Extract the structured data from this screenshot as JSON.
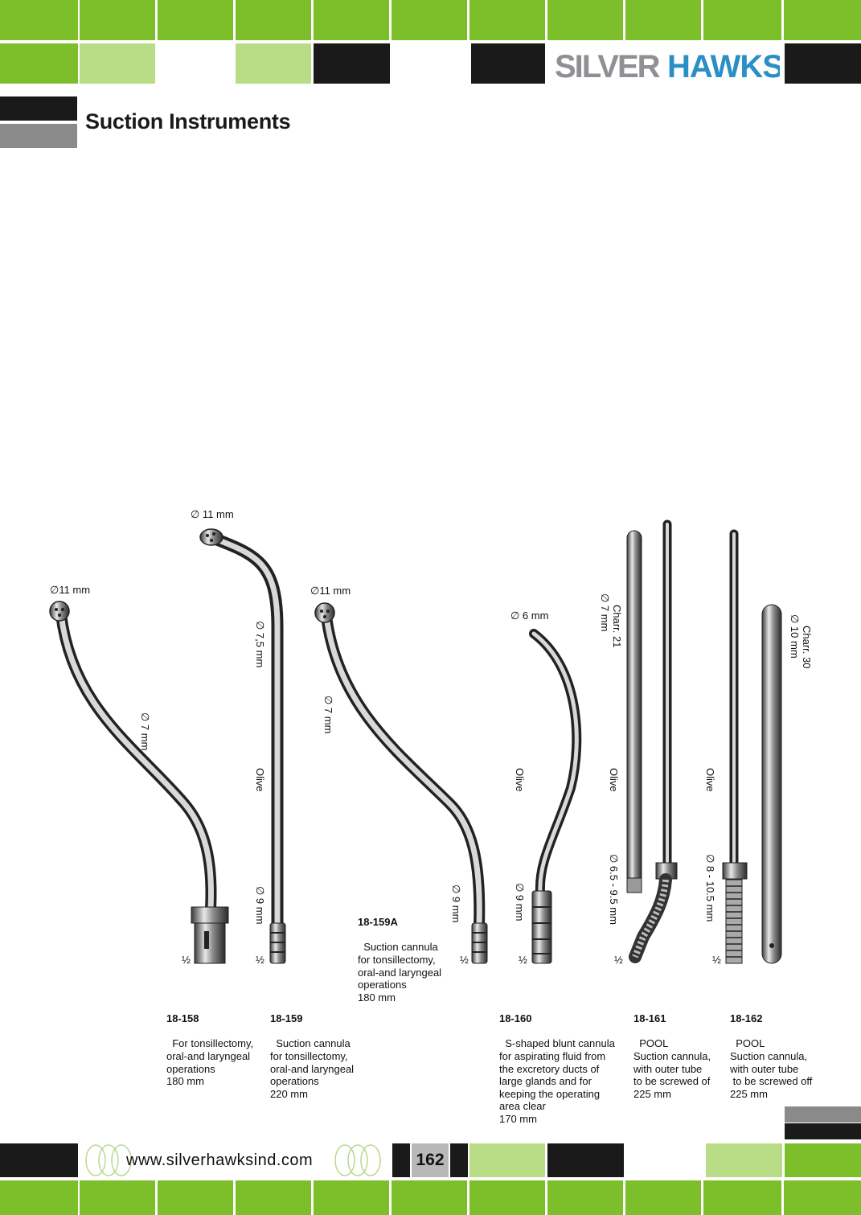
{
  "header": {
    "brand": "SILVER HAWKS",
    "brand_part1": "SILVER",
    "brand_part2": "HAWKS",
    "colors": {
      "green": "#7dbf2b",
      "light_green": "#b9dc86",
      "black": "#1a1a1a",
      "gray": "#8a8a8a",
      "logo_gray": "#8f9094",
      "logo_blue": "#2a8fc4"
    }
  },
  "page_title": "Suction Instruments",
  "dimensions": {
    "d158_top": "∅11 mm",
    "d158_shaft": "∅ 7 mm",
    "d158_scale": "½",
    "d159_top": "∅ 11 mm",
    "d159_shaft": "∅ 7,5 mm",
    "d159_olive": "Olive",
    "d159_bottom": "∅ 9 mm",
    "d159_scale": "½",
    "d159a_top": "∅11 mm",
    "d159a_shaft": "∅ 7 mm",
    "d159a_bottom": "∅ 9 mm",
    "d159a_scale": "½",
    "d160_top": "∅ 6 mm",
    "d160_olive": "Olive",
    "d160_bottom": "∅ 9 mm",
    "d160_scale": "½",
    "d161_charr": "Charr. 21",
    "d161_dia": "∅ 7 mm",
    "d161_olive": "Olive",
    "d161_bottom": "∅ 6.5 - 9.5 mm",
    "d161_scale": "½",
    "d162_charr": "Charr. 30",
    "d162_dia": "∅ 10 mm",
    "d162_olive": "Olive",
    "d162_bottom": "∅ 8 - 10.5 mm",
    "d162_scale": "½"
  },
  "products": [
    {
      "code": "18-158",
      "desc": "For tonsillectomy,\noral-and laryngeal\noperations\n180 mm"
    },
    {
      "code": "18-159",
      "desc": "Suction cannula\nfor tonsillectomy,\noral-and laryngeal\noperations\n220 mm"
    },
    {
      "code": "18-159A",
      "desc": "Suction cannula\nfor tonsillectomy,\noral-and laryngeal\noperations\n180 mm"
    },
    {
      "code": "18-160",
      "desc": "S-shaped blunt cannula\nfor aspirating fluid from\nthe excretory ducts of\nlarge glands and for\nkeeping the operating\narea clear\n170 mm"
    },
    {
      "code": "18-161",
      "desc": "POOL\nSuction cannula,\nwith outer tube\nto be screwed of\n225 mm"
    },
    {
      "code": "18-162",
      "desc": "POOL\nSuction cannula,\nwith outer tube\n to be screwed off\n225 mm"
    }
  ],
  "footer": {
    "url": "www.silverhawksind.com",
    "page_number": "162"
  }
}
